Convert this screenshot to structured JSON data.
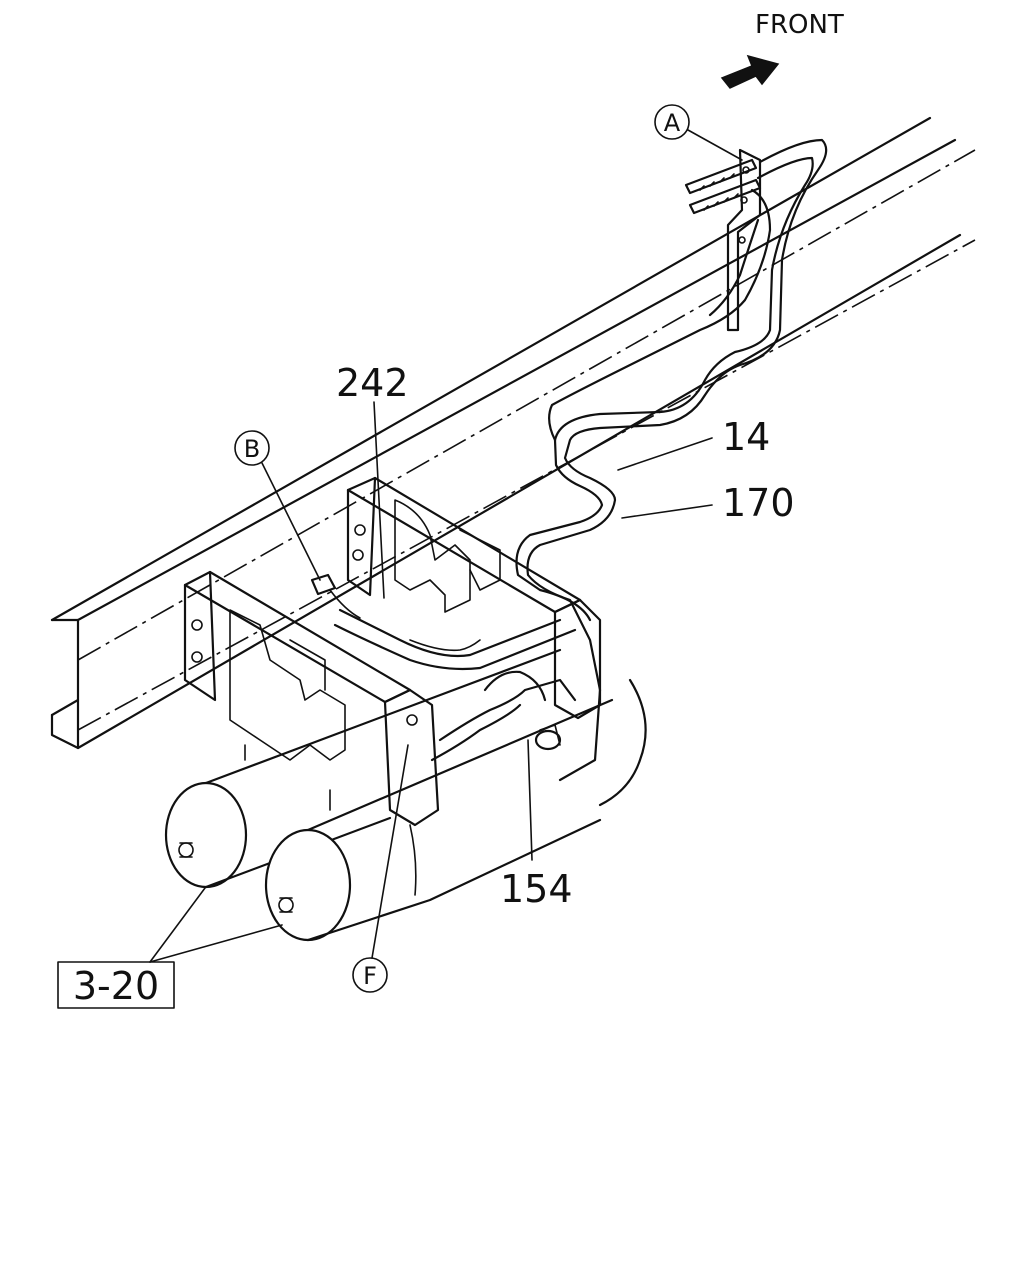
{
  "labels": {
    "front": "FRONT",
    "callout_242": "242",
    "callout_14": "14",
    "callout_170": "170",
    "callout_154": "154",
    "ref_box": "3-20",
    "circle_a": "A",
    "circle_b": "B",
    "circle_f": "F"
  }
}
